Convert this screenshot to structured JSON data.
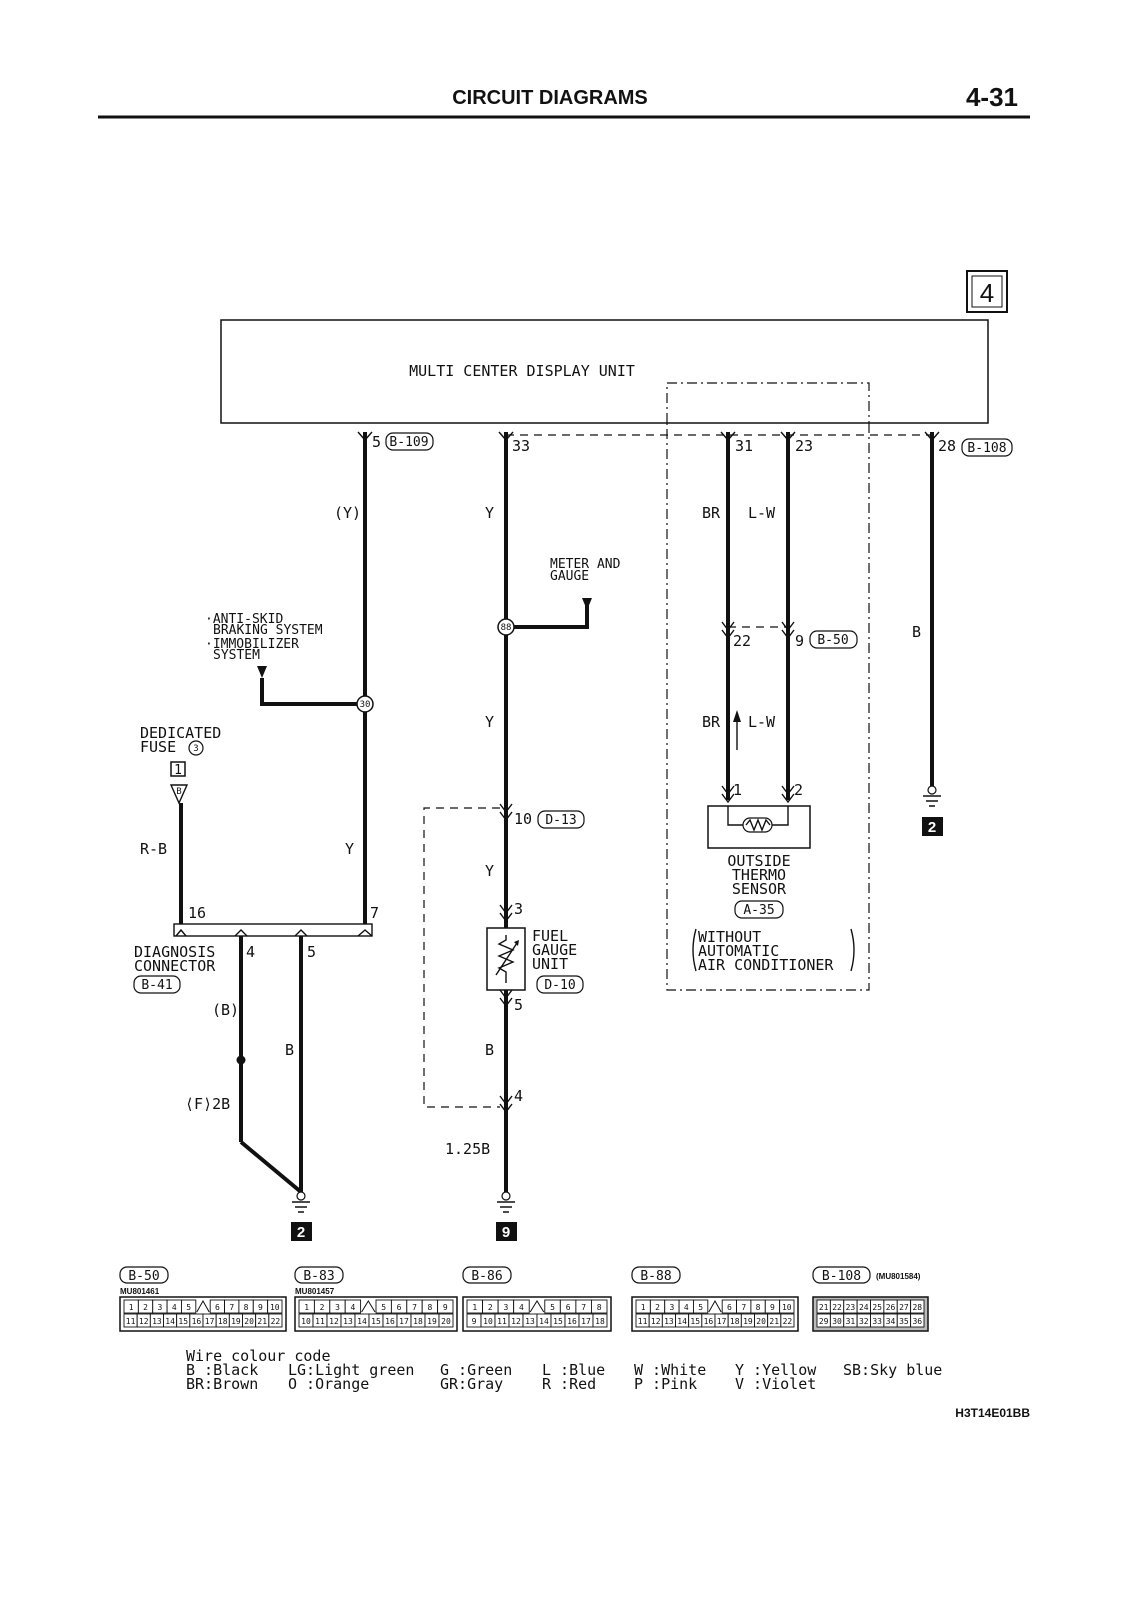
{
  "header": {
    "title": "CIRCUIT DIAGRAMS",
    "page_number": "4-31"
  },
  "page_box": "4",
  "unit": {
    "name": "MULTI CENTER DISPLAY UNIT"
  },
  "terminals": {
    "t5": "5",
    "t5_conn": "B-109",
    "t33": "33",
    "t31": "31",
    "t23": "23",
    "t28": "28",
    "t28_conn": "B-108"
  },
  "wires": {
    "y_paren": "(Y)",
    "y_top": "Y",
    "br_top": "BR",
    "lw_top": "L-W",
    "b_right": "B",
    "y_mid": "Y",
    "br_mid": "BR",
    "lw_mid": "L-W",
    "rb": "R-B",
    "y_left": "Y",
    "y_d13": "Y",
    "b_lower": "B",
    "b_paren": "(B)",
    "b_diag": "B",
    "f2b": "⟨F⟩2B",
    "w125b": "1.25B"
  },
  "meter": {
    "line1": "METER AND",
    "line2": "GAUGE",
    "junction": "88"
  },
  "antiskid": {
    "line1": "·ANTI-SKID",
    "line2": "BRAKING SYSTEM",
    "line3": "·IMMOBILIZER",
    "line4": "SYSTEM",
    "junction": "30"
  },
  "fuse": {
    "line1": "DEDICATED",
    "line2": "FUSE",
    "number": "3",
    "box": "1",
    "tri": "B"
  },
  "b50": {
    "t22": "22",
    "t9": "9",
    "conn": "B-50"
  },
  "sensor": {
    "p1": "1",
    "p2": "2",
    "line1": "OUTSIDE",
    "line2": "THERMO",
    "line3": "SENSOR",
    "conn": "A-35",
    "note1": "WITHOUT",
    "note2": "AUTOMATIC",
    "note3": "AIR CONDITIONER"
  },
  "diagnosis": {
    "line1": "DIAGNOSIS",
    "line2": "CONNECTOR",
    "conn": "B-41",
    "p16": "16",
    "p7": "7",
    "p4": "4",
    "p5": "5"
  },
  "d13": {
    "t10": "10",
    "conn": "D-13",
    "t4": "4"
  },
  "fuel_gauge": {
    "line1": "FUEL",
    "line2": "GAUGE",
    "line3": "UNIT",
    "conn": "D-10",
    "t3": "3",
    "t5": "5"
  },
  "grounds": {
    "g_right": "2",
    "g_left": "2",
    "g_mid": "9"
  },
  "connectors": [
    {
      "id": "B-50",
      "part": "MU801461",
      "row1": [
        "1",
        "2",
        "3",
        "4",
        "5",
        "",
        "6",
        "7",
        "8",
        "9",
        "10"
      ],
      "row2": [
        "11",
        "12",
        "13",
        "14",
        "15",
        "16",
        "17",
        "18",
        "19",
        "20",
        "21",
        "22"
      ]
    },
    {
      "id": "B-83",
      "part": "MU801457",
      "row1": [
        "1",
        "2",
        "3",
        "4",
        "",
        "5",
        "6",
        "7",
        "8",
        "9"
      ],
      "row2": [
        "10",
        "11",
        "12",
        "13",
        "14",
        "15",
        "16",
        "17",
        "18",
        "19",
        "20"
      ]
    },
    {
      "id": "B-86",
      "part": "",
      "row1": [
        "1",
        "2",
        "3",
        "4",
        "",
        "5",
        "6",
        "7",
        "8"
      ],
      "row2": [
        "9",
        "10",
        "11",
        "12",
        "13",
        "14",
        "15",
        "16",
        "17",
        "18"
      ]
    },
    {
      "id": "B-88",
      "part": "",
      "row1": [
        "1",
        "2",
        "3",
        "4",
        "5",
        "",
        "6",
        "7",
        "8",
        "9",
        "10"
      ],
      "row2": [
        "11",
        "12",
        "13",
        "14",
        "15",
        "16",
        "17",
        "18",
        "19",
        "20",
        "21",
        "22"
      ]
    },
    {
      "id": "B-108",
      "part": "(MU801584)",
      "row1": [
        "21",
        "22",
        "23",
        "24",
        "25",
        "26",
        "27",
        "28"
      ],
      "row2": [
        "29",
        "30",
        "31",
        "32",
        "33",
        "34",
        "35",
        "36"
      ]
    }
  ],
  "legend": {
    "title": "Wire colour code",
    "row1": [
      "B :Black",
      "LG:Light green",
      "G :Green",
      "L :Blue",
      "W :White",
      "Y :Yellow",
      "SB:Sky blue"
    ],
    "row2": [
      "BR:Brown",
      "O :Orange",
      "GR:Gray",
      "R :Red",
      "P :Pink",
      "V :Violet"
    ]
  },
  "code": "H3T14E01BB"
}
